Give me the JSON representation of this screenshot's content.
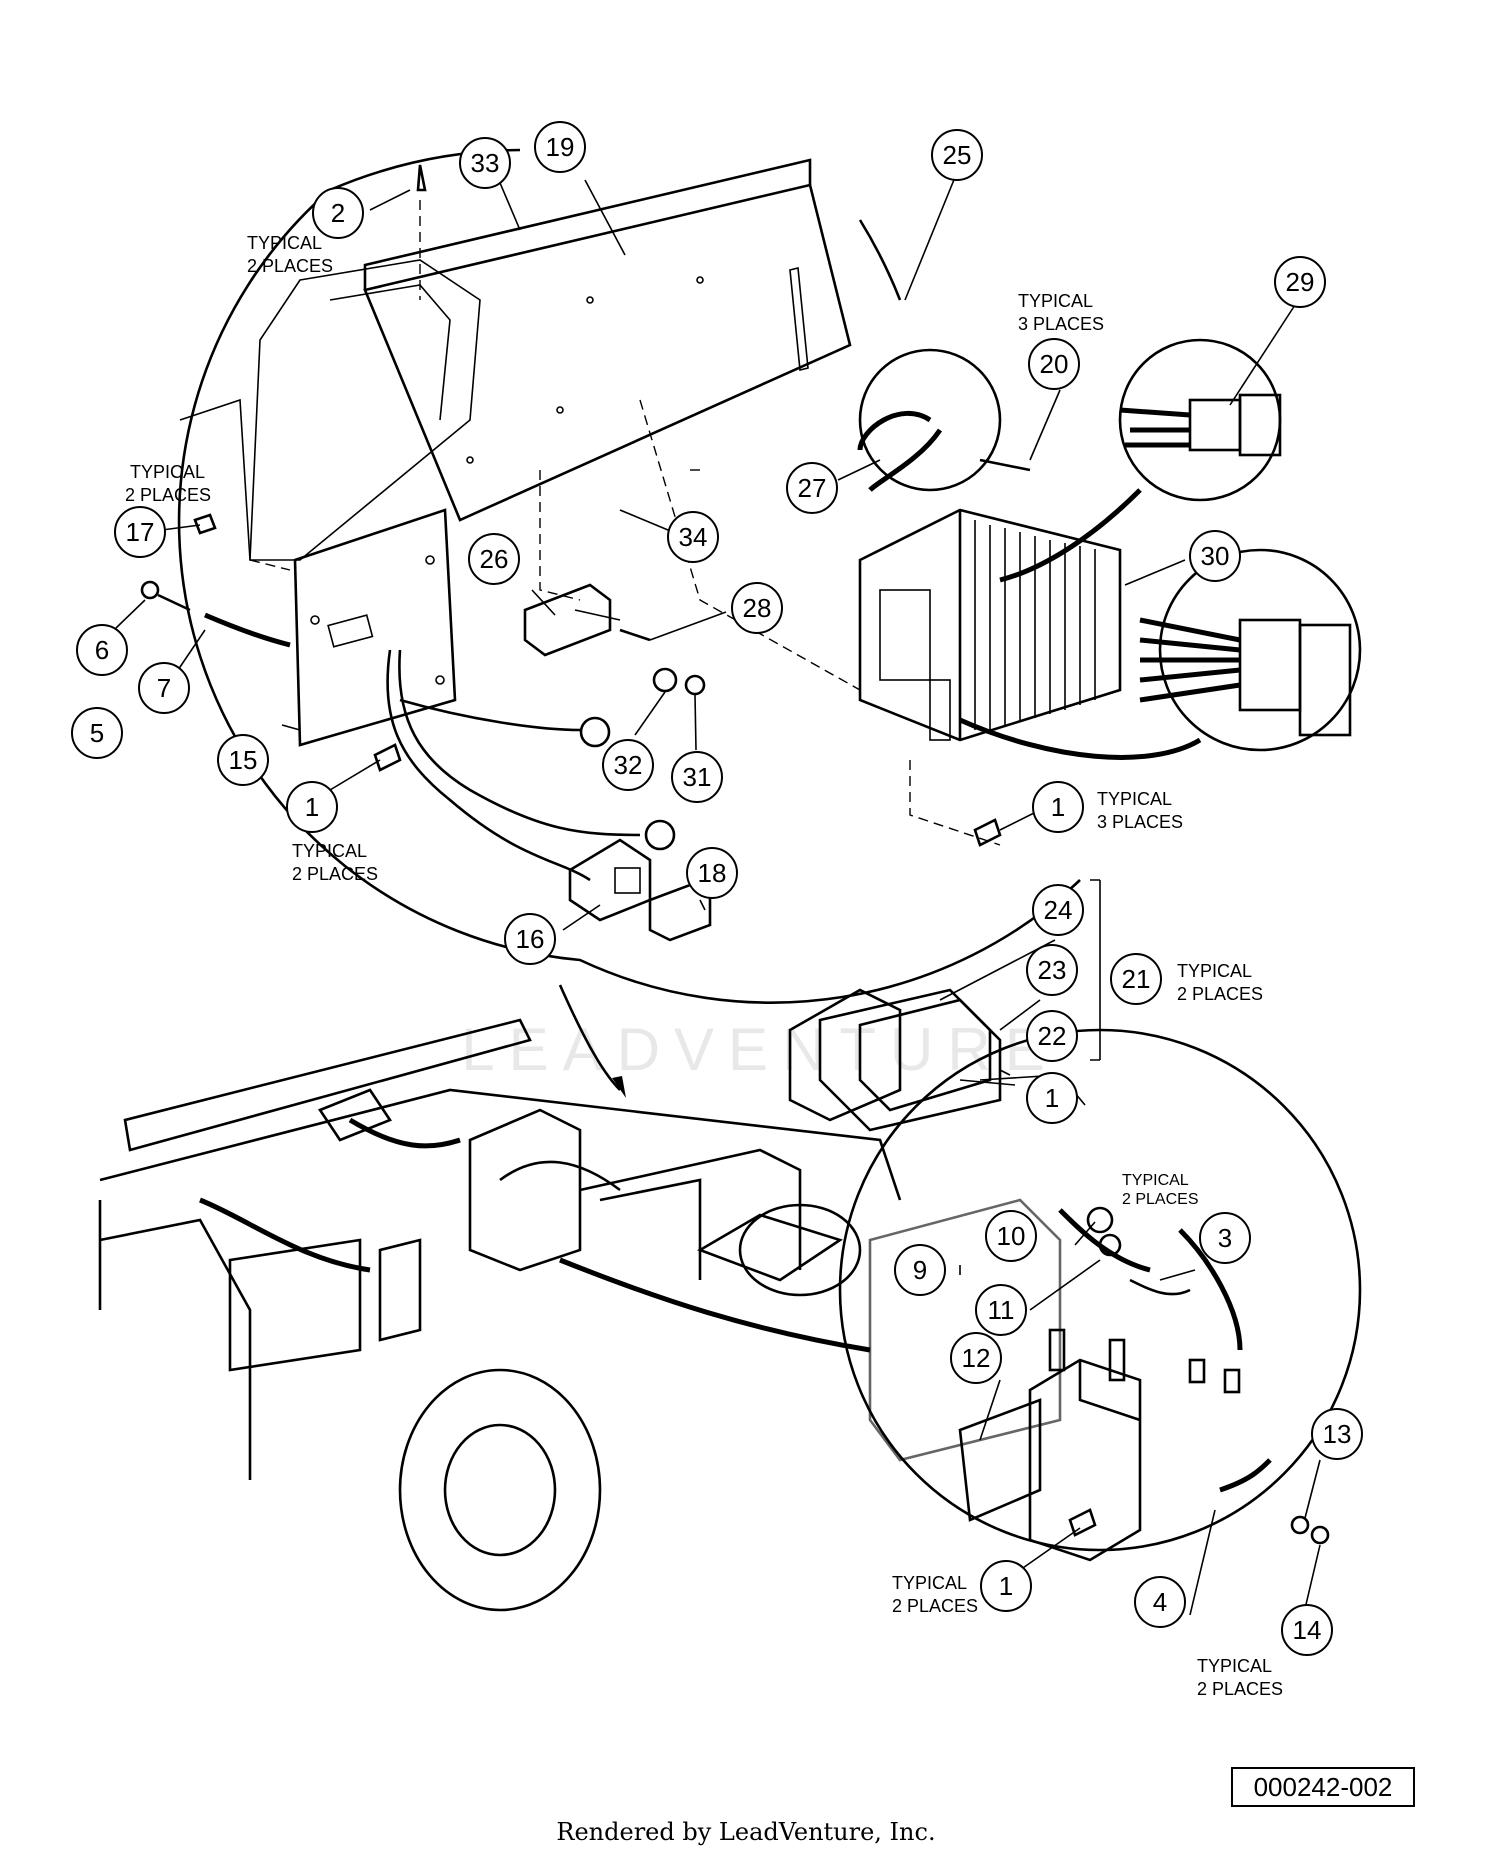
{
  "callouts": [
    {
      "id": "c33",
      "label": "33"
    },
    {
      "id": "c19",
      "label": "19"
    },
    {
      "id": "c25",
      "label": "25"
    },
    {
      "id": "c2",
      "label": "2"
    },
    {
      "id": "c20",
      "label": "20"
    },
    {
      "id": "c29",
      "label": "29"
    },
    {
      "id": "c27",
      "label": "27"
    },
    {
      "id": "c17",
      "label": "17"
    },
    {
      "id": "c34",
      "label": "34"
    },
    {
      "id": "c26",
      "label": "26"
    },
    {
      "id": "c30",
      "label": "30"
    },
    {
      "id": "c28",
      "label": "28"
    },
    {
      "id": "c6",
      "label": "6"
    },
    {
      "id": "c7",
      "label": "7"
    },
    {
      "id": "c5",
      "label": "5"
    },
    {
      "id": "c15",
      "label": "15"
    },
    {
      "id": "c32",
      "label": "32"
    },
    {
      "id": "c31",
      "label": "31"
    },
    {
      "id": "c1a",
      "label": "1"
    },
    {
      "id": "c1b",
      "label": "1"
    },
    {
      "id": "c18",
      "label": "18"
    },
    {
      "id": "c24",
      "label": "24"
    },
    {
      "id": "c16",
      "label": "16"
    },
    {
      "id": "c23",
      "label": "23"
    },
    {
      "id": "c21",
      "label": "21"
    },
    {
      "id": "c22",
      "label": "22"
    },
    {
      "id": "c1c",
      "label": "1"
    },
    {
      "id": "c10",
      "label": "10"
    },
    {
      "id": "c3",
      "label": "3"
    },
    {
      "id": "c9",
      "label": "9"
    },
    {
      "id": "c11",
      "label": "11"
    },
    {
      "id": "c12",
      "label": "12"
    },
    {
      "id": "c13",
      "label": "13"
    },
    {
      "id": "c1d",
      "label": "1"
    },
    {
      "id": "c4",
      "label": "4"
    },
    {
      "id": "c14",
      "label": "14"
    }
  ],
  "notes": {
    "n2_l1": "TYPICAL",
    "n2_l2": "2 PLACES",
    "n20_l1": "TYPICAL",
    "n20_l2": "3 PLACES",
    "n17_l1": "TYPICAL",
    "n17_l2": "2 PLACES",
    "n1a_l1": "TYPICAL",
    "n1a_l2": "2 PLACES",
    "n1b_l1": "TYPICAL",
    "n1b_l2": "3 PLACES",
    "n21_l1": "TYPICAL",
    "n21_l2": "2 PLACES",
    "n3_l1": "TYPICAL",
    "n3_l2": "2 PLACES",
    "n1d_l1": "TYPICAL",
    "n1d_l2": "2 PLACES",
    "n14_l1": "TYPICAL",
    "n14_l2": "2 PLACES"
  },
  "part_number": "000242-002",
  "credit": "Rendered by LeadVenture, Inc.",
  "watermark": "LEADVENTURE"
}
